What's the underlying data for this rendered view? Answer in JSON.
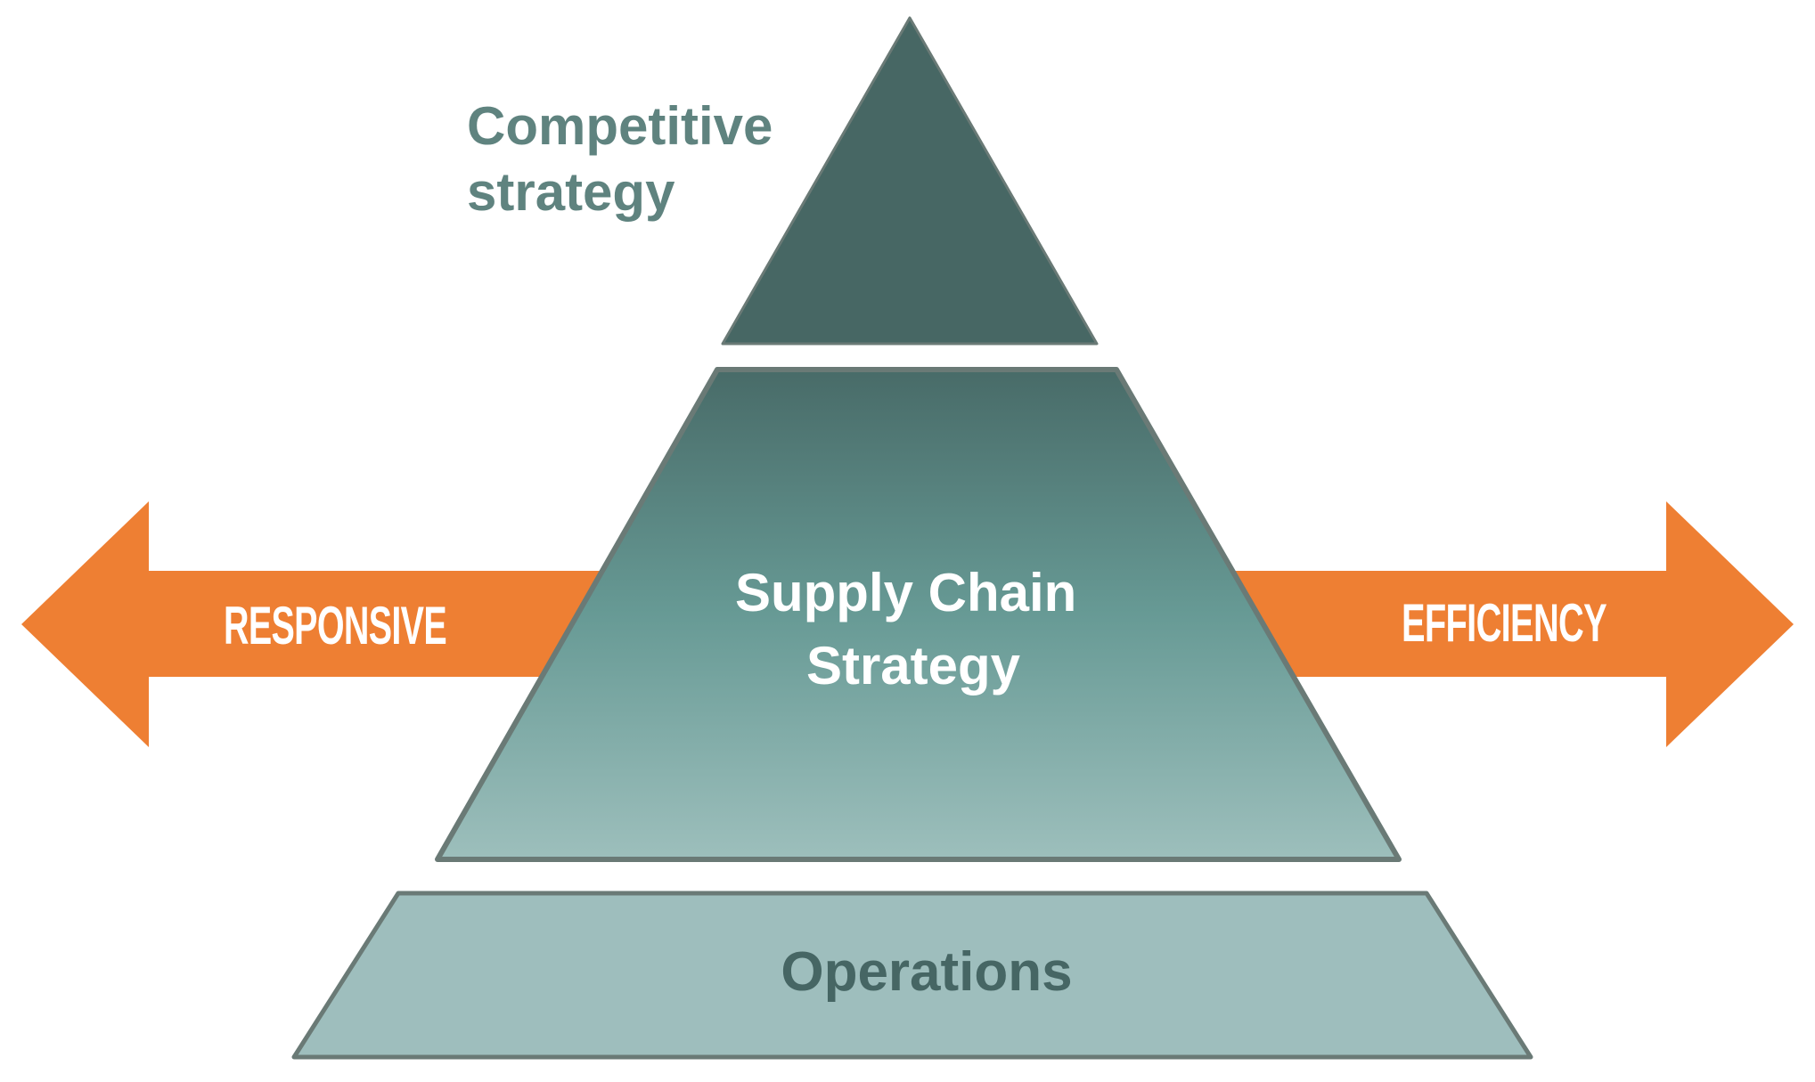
{
  "diagram": {
    "top_tier": {
      "label_line1": "Competitive",
      "label_line2": "strategy"
    },
    "middle_tier": {
      "label_line1": "Supply Chain",
      "label_line2": "Strategy"
    },
    "bottom_tier": {
      "label": "Operations"
    },
    "left_arrow": {
      "label": "RESPONSIVE"
    },
    "right_arrow": {
      "label": "EFFICIENCY"
    }
  },
  "colors": {
    "arrow_orange": "#EE7F33",
    "top_tier_fill": "#476764",
    "middle_tier_top": "#486B68",
    "middle_tier_bottom": "#9DBFBC",
    "bottom_tier_fill": "#9EBEBD",
    "tier_outline": "#6A7A76",
    "dark_label": "#466664",
    "competitive_label": "#5F837F",
    "light_label": "#FFFFFF"
  }
}
